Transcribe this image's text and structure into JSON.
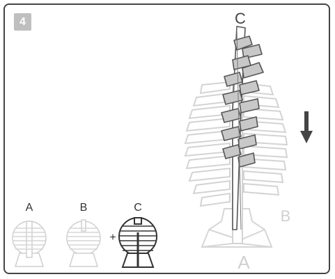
{
  "step": {
    "number": "4"
  },
  "assembly": {
    "label_top": "C",
    "label_right": "B",
    "label_bottom": "A"
  },
  "legend": {
    "piece_a_label": "A",
    "piece_b_label": "B",
    "piece_c_label": "C",
    "plus_sign": "+"
  },
  "colors": {
    "light_part": "#d9d9d9",
    "dark_part": "#555555",
    "highlight_fill": "#c8c8c8",
    "arrow": "#444444"
  },
  "arrow": {
    "direction": "down"
  }
}
